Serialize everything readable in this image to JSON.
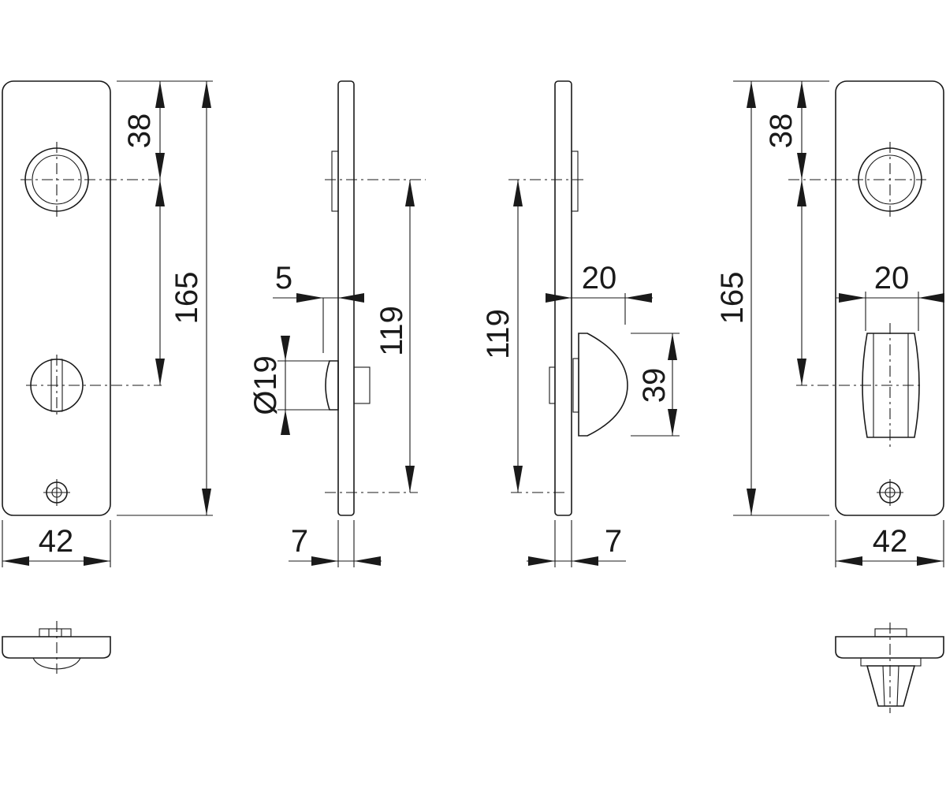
{
  "dimensions": {
    "front_left_top_offset": "38",
    "front_left_hole_distance": "165",
    "front_left_width": "42",
    "side_left_thickness": "5",
    "side_left_knob_diameter": "Ø19",
    "side_left_hole_distance": "119",
    "side_left_total": "7",
    "side_right_hole_distance": "119",
    "side_right_turn_projection": "20",
    "side_right_turn_height": "39",
    "side_right_total": "7",
    "front_right_top_offset": "38",
    "front_right_hole_distance": "165",
    "front_right_turn_width": "20",
    "front_right_width": "42"
  }
}
